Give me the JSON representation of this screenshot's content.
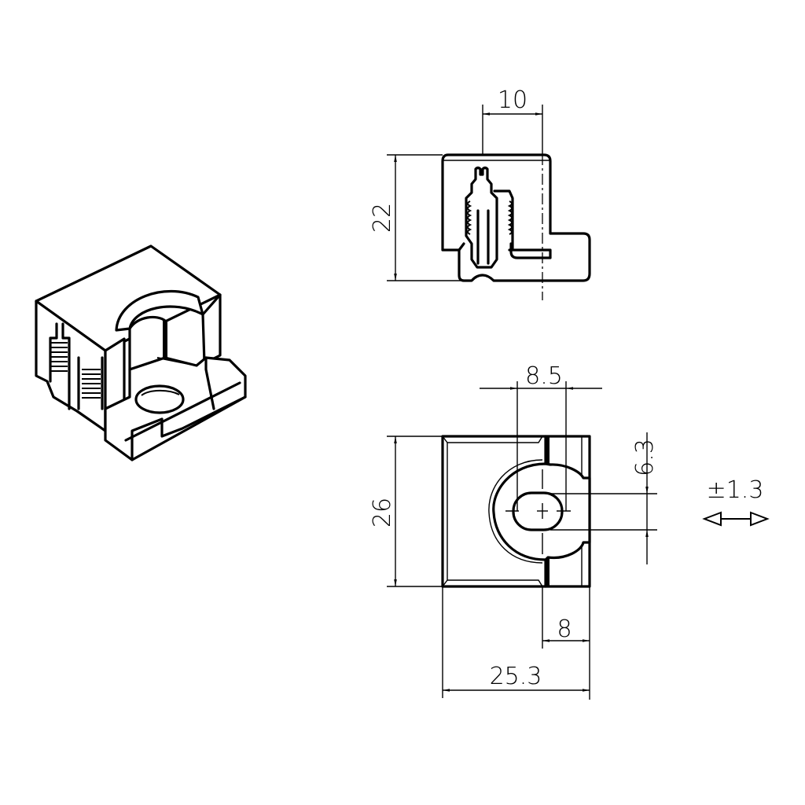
{
  "drawing": {
    "type": "technical-drawing",
    "views": [
      "isometric-cutaway",
      "side-section",
      "top-view"
    ],
    "side_view": {
      "dim_width": "10",
      "dim_height": "22"
    },
    "top_view": {
      "dim_hole_width": "8.5",
      "dim_height": "26",
      "dim_slot_height": "6.3",
      "dim_right_offset": "8",
      "dim_total_width": "25.3"
    },
    "tolerance": {
      "label": "±1.3",
      "arrow": "double-headed-horizontal"
    },
    "colors": {
      "line": "#000000",
      "background": "#ffffff"
    }
  }
}
